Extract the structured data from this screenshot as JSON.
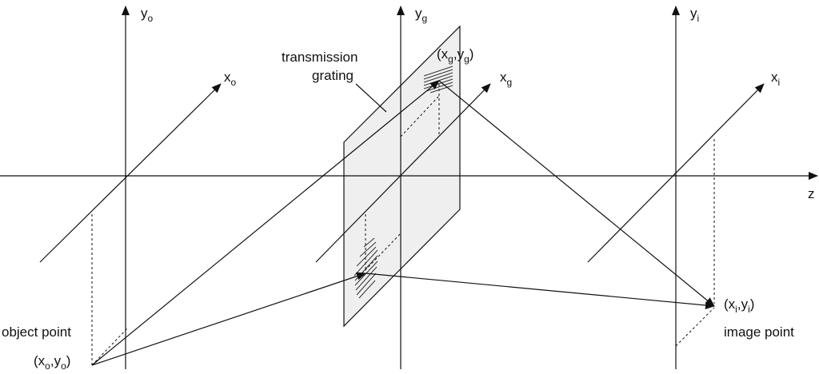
{
  "colors": {
    "grating_fill": "#efefef",
    "stroke": "#111111",
    "background": "#ffffff"
  },
  "labels": {
    "object_axes": {
      "y": "y",
      "x": "x",
      "sub": "o"
    },
    "grating_axes": {
      "y": "y",
      "x": "x",
      "sub": "g"
    },
    "image_axes": {
      "y": "y",
      "x": "x",
      "sub": "i"
    },
    "z_axis": "z",
    "grating_title_line1": "transmission",
    "grating_title_line2": "grating",
    "grating_point": {
      "open": "(x",
      "sub_x": "g",
      "comma": ",y",
      "sub_y": "g",
      "close": ")"
    },
    "object_point_label": "object point",
    "object_coords": {
      "open": "(x",
      "sub_x": "o",
      "comma": ",y",
      "sub_y": "o",
      "close": ")"
    },
    "image_coords": {
      "open": "(x",
      "sub_x": "i",
      "comma": ",y",
      "sub_y": "i",
      "close": ")"
    },
    "image_point_label": "image point"
  }
}
